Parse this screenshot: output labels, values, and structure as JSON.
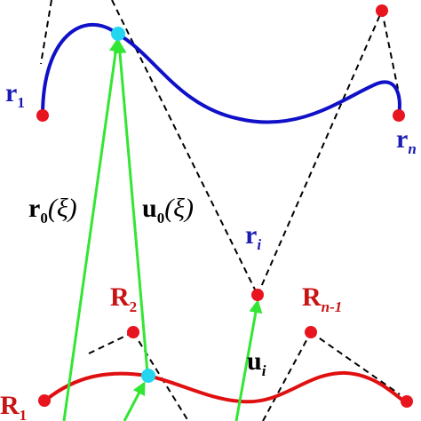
{
  "colors": {
    "upper_curve": "#1010c8",
    "lower_curve": "#e01010",
    "green_vector": "#33e633",
    "control_point": "#e8141e",
    "tangent_point": "#22d6f0",
    "dashed_line": "#000000",
    "label_blue": "#1a1ab4",
    "label_red": "#c81414",
    "label_black": "#000000"
  },
  "labels": {
    "r1": {
      "main": "r",
      "sub": "1"
    },
    "rn": {
      "main": "r",
      "sub": "n"
    },
    "ri": {
      "main": "r",
      "sub": "i"
    },
    "R1": {
      "main": "R",
      "sub": "1"
    },
    "R2": {
      "main": "R",
      "sub": "2"
    },
    "Rn1": {
      "main": "R",
      "sub": "n-1"
    },
    "ui": {
      "main": "u",
      "sub": "i"
    },
    "r0xi": {
      "main": "r",
      "sub": "0",
      "arg": "(ξ)"
    },
    "u0xi": {
      "main": "u",
      "sub": "0",
      "arg": "(ξ)"
    }
  }
}
